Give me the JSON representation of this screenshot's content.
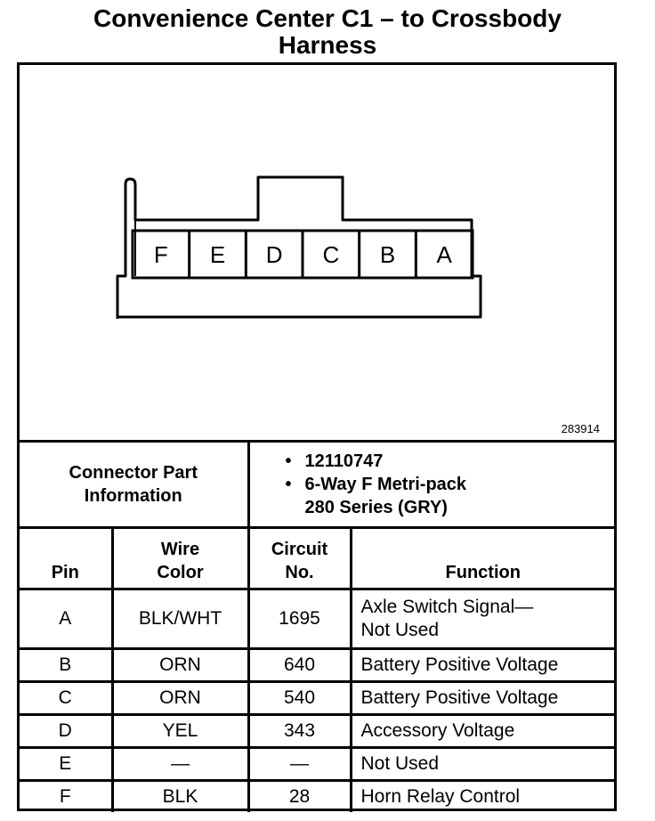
{
  "title": {
    "line1": "Convenience Center C1 – to Crossbody",
    "line2": "Harness"
  },
  "diagram": {
    "figure_id": "283914",
    "cavities": [
      "F",
      "E",
      "D",
      "C",
      "B",
      "A"
    ]
  },
  "connector_info": {
    "label_line1": "Connector Part",
    "label_line2": "Information",
    "bullet": "•",
    "part_number": "12110747",
    "description_line1": "6-Way F Metri-pack",
    "description_line2": "280 Series (GRY)"
  },
  "table": {
    "headers": {
      "pin": "Pin",
      "wire_color_line1": "Wire",
      "wire_color_line2": "Color",
      "circuit_line1": "Circuit",
      "circuit_line2": "No.",
      "function": "Function"
    },
    "rows": [
      {
        "pin": "A",
        "wire_color": "BLK/WHT",
        "circuit": "1695",
        "function_line1": "Axle Switch Signal—",
        "function_line2": "Not Used"
      },
      {
        "pin": "B",
        "wire_color": "ORN",
        "circuit": "640",
        "function_line1": "Battery Positive Voltage"
      },
      {
        "pin": "C",
        "wire_color": "ORN",
        "circuit": "540",
        "function_line1": "Battery Positive Voltage"
      },
      {
        "pin": "D",
        "wire_color": "YEL",
        "circuit": "343",
        "function_line1": "Accessory Voltage"
      },
      {
        "pin": "E",
        "wire_color": "—",
        "circuit": "—",
        "function_line1": "Not Used"
      },
      {
        "pin": "F",
        "wire_color": "BLK",
        "circuit": "28",
        "function_line1": "Horn Relay Control"
      }
    ]
  }
}
